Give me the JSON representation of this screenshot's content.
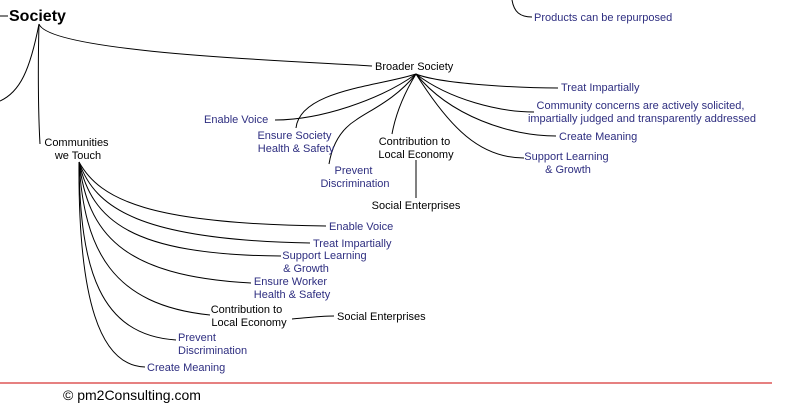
{
  "colors": {
    "leaf_text": "#2e2e80",
    "node_text": "#000000",
    "footer_rule": "#cc0000"
  },
  "root": {
    "label": "Society"
  },
  "top_branch": {
    "label": "Products can be repurposed"
  },
  "broader_society": {
    "label": "Broader Society",
    "children": {
      "enable_voice": "Enable Voice",
      "ensure_society_health": [
        "Ensure Society",
        "Health & Safety"
      ],
      "prevent_discrimination": [
        "Prevent",
        "Discrimination"
      ],
      "contribution_local_economy": [
        "Contribution to",
        "Local Economy"
      ],
      "social_enterprises": "Social Enterprises",
      "treat_impartially": "Treat Impartially",
      "community_concerns": [
        "Community concerns are actively solicited,",
        "impartially judged and transparently addressed"
      ],
      "create_meaning": "Create Meaning",
      "support_learning": [
        "Support Learning",
        "& Growth"
      ]
    }
  },
  "communities": {
    "label": [
      "Communities",
      "we Touch"
    ],
    "children": {
      "enable_voice": "Enable Voice",
      "treat_impartially": "Treat Impartially",
      "support_learning": [
        "Support Learning",
        "& Growth"
      ],
      "ensure_worker_health": [
        "Ensure Worker",
        "Health & Safety"
      ],
      "contribution_local_economy": [
        "Contribution to",
        "Local Economy"
      ],
      "social_enterprises": "Social Enterprises",
      "prevent_discrimination": [
        "Prevent",
        "Discrimination"
      ],
      "create_meaning": "Create Meaning"
    }
  },
  "footer": {
    "copyright": "© pm2Consulting.com"
  }
}
